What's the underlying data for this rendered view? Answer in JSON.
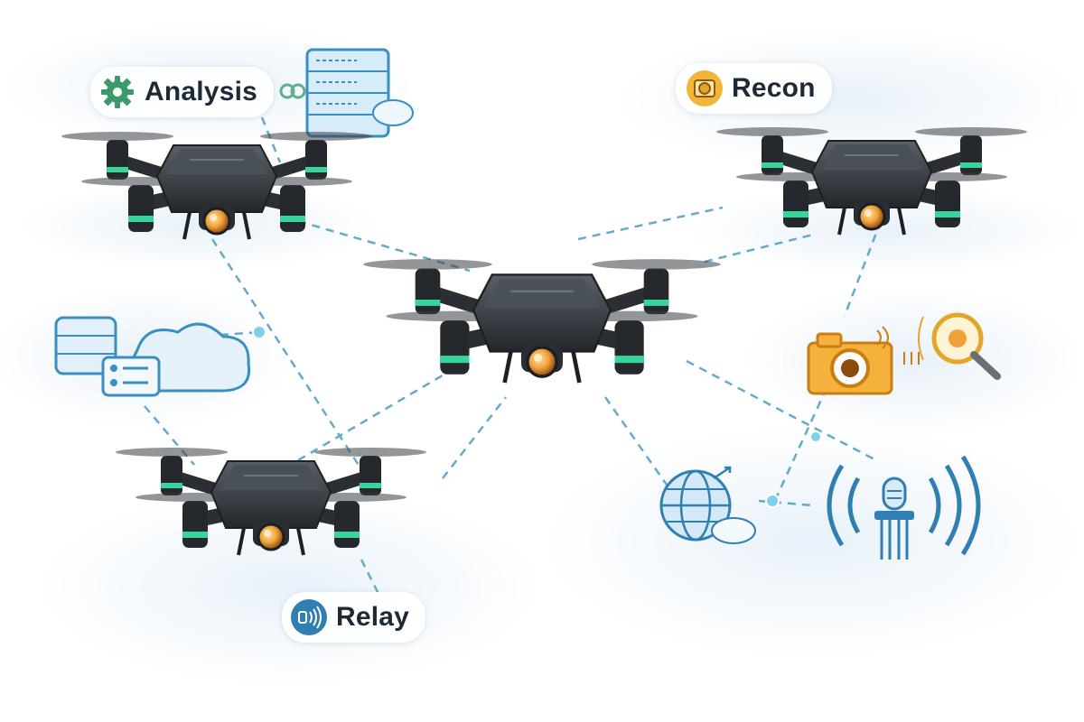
{
  "nodes": {
    "analysis": {
      "label": "Analysis",
      "icon": "gear-icon",
      "accent": "#3a9a6e"
    },
    "recon": {
      "label": "Recon",
      "icon": "target-icon",
      "accent": "#e3a628"
    },
    "relay": {
      "label": "Relay",
      "icon": "signal-icon",
      "accent": "#2f7fb3"
    }
  },
  "icons": [
    "server-rack-icon",
    "database-cloud-icon",
    "camera-icon",
    "magnifier-icon",
    "globe-icon",
    "radio-tower-icon"
  ],
  "colors": {
    "link": "#4b9cc0",
    "drone_body": "#2f3338",
    "drone_led": "#36d69a",
    "camera_lens": "#f0a23a",
    "cloud": "#dceaf5"
  }
}
